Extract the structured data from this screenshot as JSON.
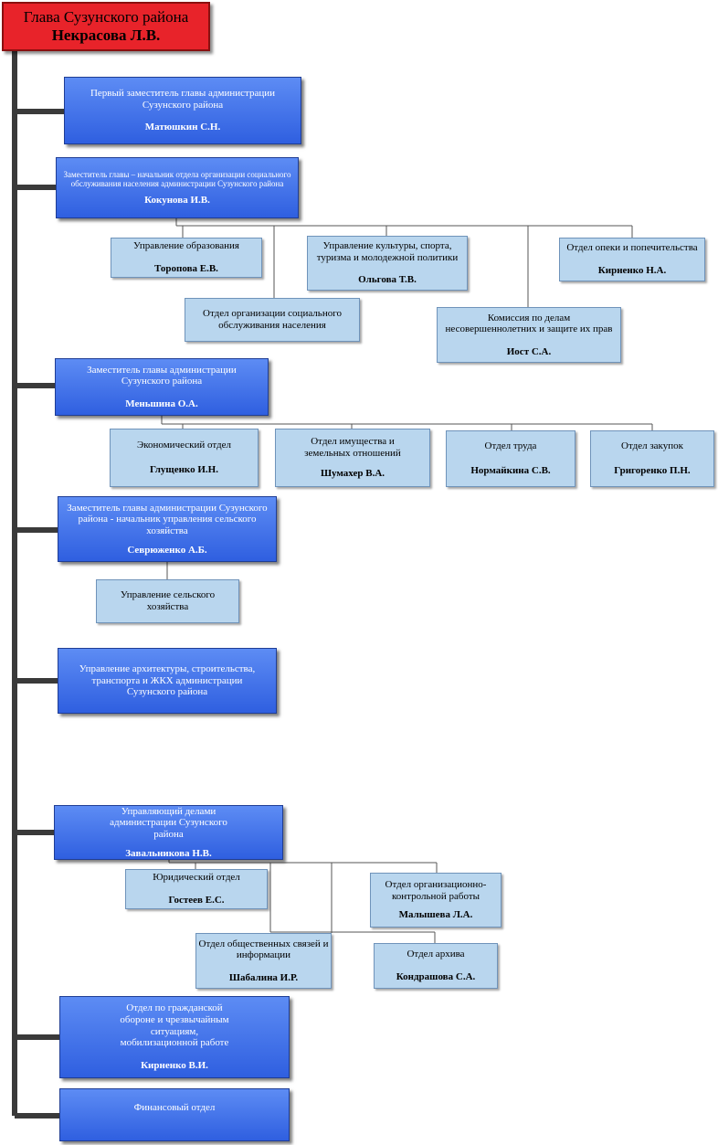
{
  "head": {
    "title": "Глава Сузунского района",
    "name": "Некрасова Л.В."
  },
  "first_deputy": {
    "title": "Первый заместитель главы администрации Сузунского района",
    "name": "Матюшкин С.Н."
  },
  "social_deputy": {
    "title": "Заместитель главы – начальник отдела организации социального обслуживания населения администрации Сузунского района",
    "name": "Кокунова И.В."
  },
  "education": {
    "title": "Управление образования",
    "name": "Торопова Е.В."
  },
  "culture": {
    "title": "Управление культуры, спорта, туризма и молодежной политики",
    "name": "Ольгова Т.В."
  },
  "guardianship": {
    "title": "Отдел опеки и попечительства",
    "name": "Кирненко Н.А."
  },
  "social_dept": {
    "title": "Отдел организации социального обслуживания населения"
  },
  "minors": {
    "title": "Комиссия по делам несовершеннолетних и защите их прав",
    "name": "Иост С.А."
  },
  "deputy2": {
    "title": "Заместитель главы администрации Сузунского района",
    "name": "Меньшина О.А."
  },
  "economic": {
    "title": "Экономический отдел",
    "name": "Глущенко И.Н."
  },
  "property": {
    "title": "Отдел имущества и земельных отношений",
    "name": "Шумахер В.А."
  },
  "labor": {
    "title": "Отдел труда",
    "name": "Нормайкина С.В."
  },
  "procurement": {
    "title": "Отдел закупок",
    "name": "Григоренко П.Н."
  },
  "agri_deputy": {
    "title": "Заместитель главы администрации Сузунского района - начальник управления сельского хозяйства",
    "name": "Севрюженко А.Б."
  },
  "agri_dept": {
    "title": "Управление сельского хозяйства"
  },
  "architecture": {
    "title": "Управление архитектуры, строительства, транспорта и ЖКХ администрации Сузунского района"
  },
  "affairs": {
    "title": "Управляющий делами администрации Сузунского района",
    "name": "Завальникова Н.В."
  },
  "legal": {
    "title": "Юридический отдел",
    "name": "Гостеев Е.С."
  },
  "control": {
    "title": "Отдел организационно-контрольной работы",
    "name": "Малышева Л.А."
  },
  "pr": {
    "title": "Отдел общественных связей и информации",
    "name": "Шабалина И.Р."
  },
  "archive": {
    "title": "Отдел архива",
    "name": "Кондрашова С.А."
  },
  "civil_defense": {
    "title": "Отдел по гражданской обороне и чрезвычайным ситуациям, мобилизационной работе",
    "name": "Кирненко В.И."
  },
  "finance": {
    "title": "Финансовый отдел"
  }
}
